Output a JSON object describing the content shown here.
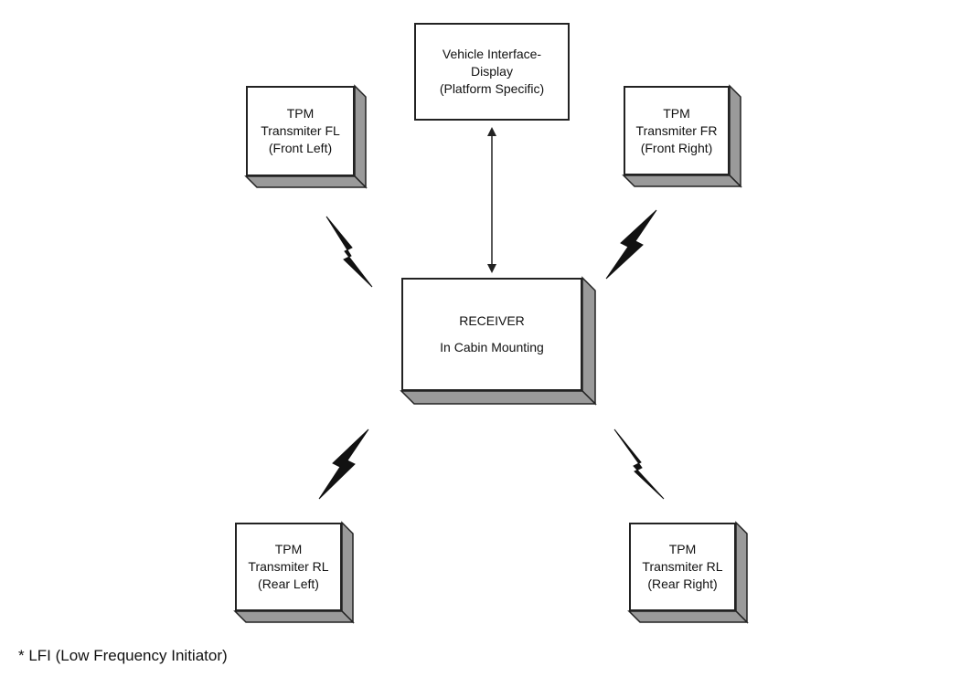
{
  "vehicle_interface": {
    "line1": "Vehicle Interface-",
    "line2": "Display",
    "line3": "(Platform Specific)"
  },
  "receiver": {
    "line1": "RECEIVER",
    "line2": "In Cabin Mounting"
  },
  "transmitter_fl": {
    "line1": "TPM",
    "line2": "Transmiter FL",
    "line3": "(Front Left)"
  },
  "transmitter_fr": {
    "line1": "TPM",
    "line2": "Transmiter FR",
    "line3": "(Front Right)"
  },
  "transmitter_rl": {
    "line1": "TPM",
    "line2": "Transmiter RL",
    "line3": "(Rear Left)"
  },
  "transmitter_rr": {
    "line1": "TPM",
    "line2": "Transmiter RL",
    "line3": "(Rear Right)"
  },
  "footnote": "* LFI (Low Frequency Initiator)",
  "colors": {
    "line": "#222222",
    "shadow": "#9a9a9a",
    "background": "#ffffff"
  }
}
